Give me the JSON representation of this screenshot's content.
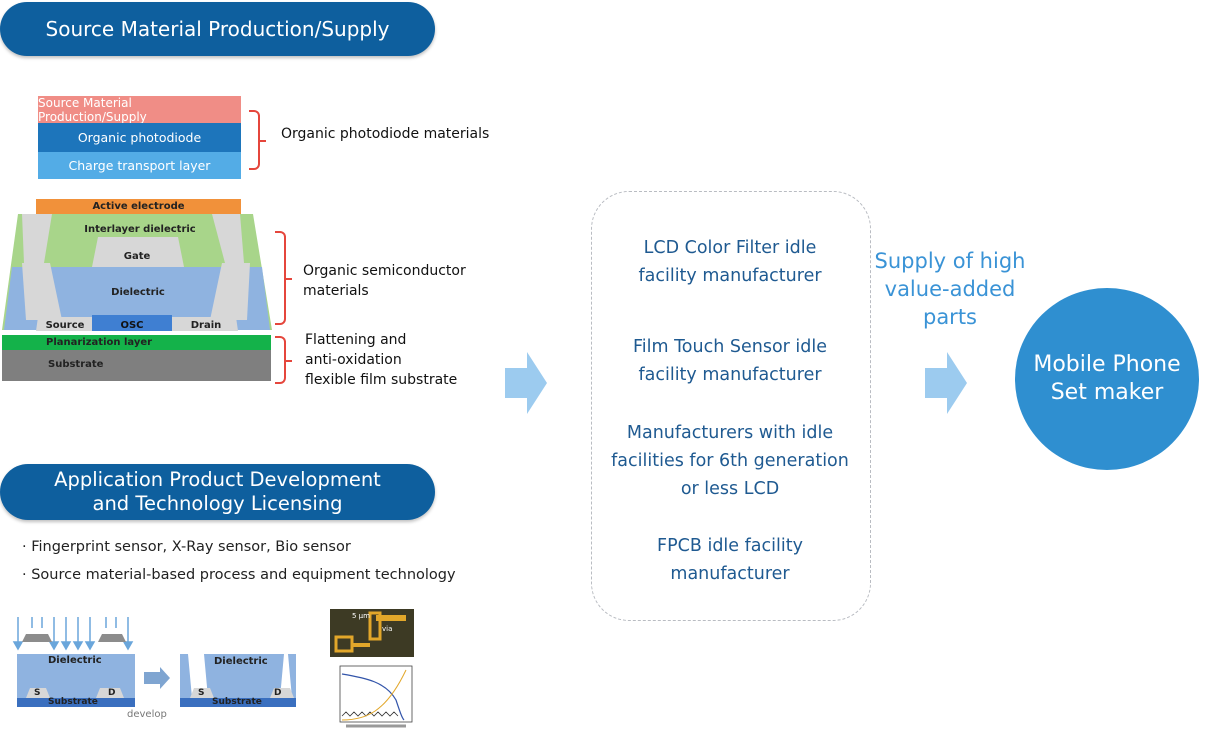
{
  "header_top": "Source Material Production/Supply",
  "header_bottom_line1": "Application Product Development",
  "header_bottom_line2": "and Technology Licensing",
  "photodiode_stack": {
    "top_layer": "Source Material Production/Supply",
    "middle_layer": "Organic photodiode",
    "bottom_layer": "Charge transport layer",
    "note": "Organic photodiode materials"
  },
  "transistor_stack": {
    "active_electrode": "Active electrode",
    "interlayer_dielectric": "Interlayer dielectric",
    "gate": "Gate",
    "dielectric": "Dielectric",
    "source": "Source",
    "osc": "OSC",
    "drain": "Drain",
    "planarization": "Planarization layer",
    "substrate": "Substrate",
    "note_semiconductor_1": "Organic semiconductor",
    "note_semiconductor_2": "materials",
    "note_film_1": "Flattening and",
    "note_film_2": "anti-oxidation",
    "note_film_3": "flexible film substrate"
  },
  "applications": [
    "· Fingerprint sensor, X-Ray sensor, Bio sensor",
    "· Source material-based process and equipment technology"
  ],
  "process_illustration": {
    "dielectric": "Dielectric",
    "s": "S",
    "d": "D",
    "substrate": "Substrate",
    "develop": "develop",
    "micro_label_1": "5 μm",
    "micro_label_2": "via"
  },
  "manufacturers": [
    {
      "line1": "LCD Color Filter idle",
      "line2": "facility manufacturer"
    },
    {
      "line1": "Film Touch Sensor idle",
      "line2": "facility manufacturer"
    },
    {
      "line1": "Manufacturers with idle",
      "line2": "facilities for 6th generation",
      "line3": "or less LCD"
    },
    {
      "line1": "FPCB idle facility",
      "line2": "manufacturer"
    }
  ],
  "supply_text": [
    "Supply of high",
    "value-added",
    "parts"
  ],
  "target_line1": "Mobile Phone",
  "target_line2": "Set maker",
  "colors": {
    "pill": "#0e5f9e",
    "arrow": "#9ccbef",
    "supply_text": "#3a93d6",
    "circle": "#2f8fd0",
    "manufacturer_text": "#1f5a91",
    "bracket": "#e5463c"
  }
}
